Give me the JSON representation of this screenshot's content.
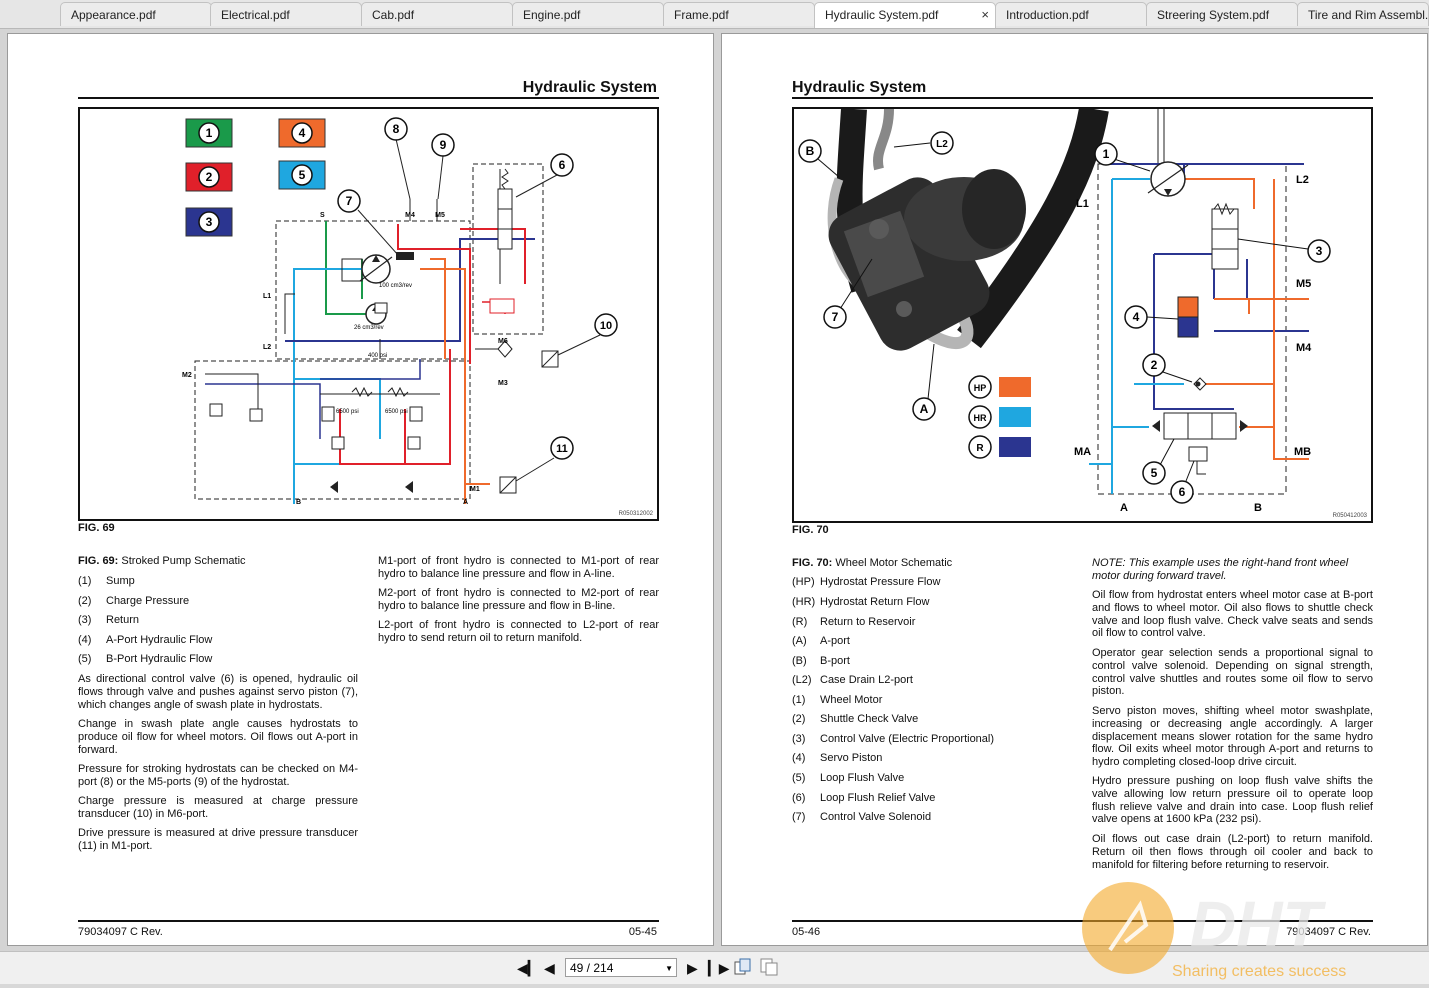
{
  "tabs": [
    {
      "label": "Appearance.pdf"
    },
    {
      "label": "Electrical.pdf"
    },
    {
      "label": "Cab.pdf"
    },
    {
      "label": "Engine.pdf"
    },
    {
      "label": "Frame.pdf"
    },
    {
      "label": "Hydraulic System.pdf",
      "active": true
    },
    {
      "label": "Introduction.pdf"
    },
    {
      "label": "Streering System.pdf"
    },
    {
      "label": "Tire and Rim Assembl..."
    }
  ],
  "tab_close_glyph": "×",
  "left_page": {
    "title": "Hydraulic System",
    "figure": {
      "label": "FIG. 69",
      "ref": "R050312002",
      "callouts": [
        "1",
        "2",
        "3",
        "4",
        "5",
        "6",
        "7",
        "8",
        "9",
        "10",
        "11"
      ],
      "ports": {
        "m4": "M4",
        "m5": "M5",
        "s": "S",
        "l1": "L1",
        "l2": "L2",
        "m2": "M2",
        "m6": "M6",
        "m3": "M3",
        "m1": "M1",
        "a": "A",
        "b": "B"
      },
      "specs": {
        "pump_disp": "100 cm3/rev",
        "charge_disp": "26 cm3/rev",
        "charge_relief": "400 psi",
        "relief_a": "6500 psi",
        "relief_b": "6500 psi"
      },
      "colors": {
        "green": "#1a9a4a",
        "red": "#e0202a",
        "navy": "#2b3590",
        "orange": "#ef6a2c",
        "cyan": "#1fa7e0"
      }
    },
    "caption_bold": "FIG. 69:",
    "caption_text": "Stroked Pump Schematic",
    "legend": [
      {
        "key": "(1)",
        "label": "Sump"
      },
      {
        "key": "(2)",
        "label": "Charge Pressure"
      },
      {
        "key": "(3)",
        "label": "Return"
      },
      {
        "key": "(4)",
        "label": "A-Port Hydraulic Flow"
      },
      {
        "key": "(5)",
        "label": "B-Port Hydraulic Flow"
      }
    ],
    "col1_paragraphs": [
      "As directional control valve (6) is opened, hydraulic oil flows through valve and pushes against servo piston (7), which changes angle of swash plate in hydrostats.",
      "Change in swash plate angle causes hydrostats to produce oil flow for wheel motors. Oil flows out A-port in forward.",
      "Pressure for stroking hydrostats can be checked on M4-port (8) or the M5-ports (9) of the hydrostat.",
      "Charge pressure is measured at charge pressure transducer (10) in M6-port.",
      "Drive pressure is measured at drive pressure transducer (11) in M1-port."
    ],
    "col2_paragraphs": [
      "M1-port of front hydro is connected to M1-port of rear hydro to balance line pressure and flow in A-line.",
      "M2-port of front hydro is connected to M2-port of rear hydro to balance line pressure and flow in B-line.",
      "L2-port of front hydro is connected to L2-port of rear hydro to send return oil to return manifold."
    ],
    "footer_left": "79034097 C Rev.",
    "footer_right": "05-45"
  },
  "right_page": {
    "title": "Hydraulic System",
    "figure": {
      "label": "FIG. 70",
      "ref": "R050412003",
      "photo_callouts": [
        "B",
        "L2",
        "7",
        "A"
      ],
      "key": [
        {
          "code": "HP",
          "color": "#ef6a2c"
        },
        {
          "code": "HR",
          "color": "#1fa7e0"
        },
        {
          "code": "R",
          "color": "#2b3590"
        }
      ],
      "schematic_callouts": [
        "1",
        "2",
        "3",
        "4",
        "5",
        "6"
      ],
      "ports": {
        "l1": "L1",
        "l2": "L2",
        "m5": "M5",
        "m4": "M4",
        "ma": "MA",
        "mb": "MB",
        "a": "A",
        "b": "B"
      }
    },
    "caption_bold": "FIG. 70:",
    "caption_text": "Wheel Motor Schematic",
    "legend": [
      {
        "key": "(HP)",
        "label": "Hydrostat Pressure Flow"
      },
      {
        "key": "(HR)",
        "label": "Hydrostat Return Flow"
      },
      {
        "key": "(R)",
        "label": "Return to Reservoir"
      },
      {
        "key": "(A)",
        "label": "A-port"
      },
      {
        "key": "(B)",
        "label": "B-port"
      },
      {
        "key": "(L2)",
        "label": "Case Drain L2-port"
      },
      {
        "key": "(1)",
        "label": "Wheel Motor"
      },
      {
        "key": "(2)",
        "label": "Shuttle Check Valve"
      },
      {
        "key": "(3)",
        "label": "Control Valve (Electric Proportional)"
      },
      {
        "key": "(4)",
        "label": "Servo Piston"
      },
      {
        "key": "(5)",
        "label": "Loop Flush Valve"
      },
      {
        "key": "(6)",
        "label": "Loop Flush Relief Valve"
      },
      {
        "key": "(7)",
        "label": "Control Valve Solenoid"
      }
    ],
    "note_label": "NOTE:",
    "note_text": "This example uses the right-hand front wheel motor during forward travel.",
    "paragraphs": [
      "Oil flow from hydrostat enters wheel motor case at B-port and flows to wheel motor. Oil also flows to shuttle check valve and loop flush valve. Check valve seats and sends oil flow to control valve.",
      "Operator gear selection sends a proportional signal to control valve solenoid. Depending on signal strength, control valve shuttles and routes some oil flow to servo piston.",
      "Servo piston moves, shifting wheel motor swashplate, increasing or decreasing angle accordingly. A larger displacement means slower rotation for the same hydro flow. Oil exits wheel motor through A-port and returns to hydro completing closed-loop drive circuit.",
      "Hydro pressure pushing on loop flush valve shifts the valve allowing low return pressure oil to operate loop flush relieve valve and drain into case. Loop flush relief valve opens at 1600 kPa (232 psi).",
      "Oil flows out case drain (L2-port) to return manifold. Return oil then flows through oil cooler and back to manifold for filtering before returning to reservoir."
    ],
    "footer_left": "05-46",
    "footer_right": "79034097 C Rev."
  },
  "toolbar": {
    "page_indicator": "49 / 214",
    "first_icon": "first-page-icon",
    "prev_icon": "prev-page-icon",
    "next_icon": "next-page-icon",
    "last_icon": "last-page-icon"
  },
  "watermark": {
    "logo_text": "DHT",
    "slogan": "Sharing creates success"
  }
}
